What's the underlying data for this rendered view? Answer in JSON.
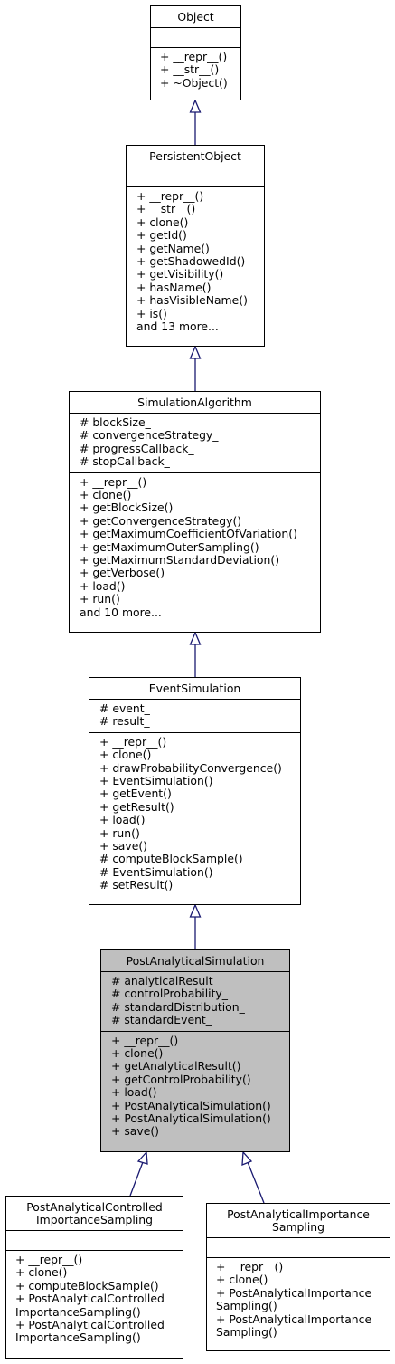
{
  "classes": {
    "object": {
      "name": "Object",
      "attributes": [],
      "methods": [
        "+ __repr__()",
        "+ __str__()",
        "+ ~Object()"
      ]
    },
    "persistent_object": {
      "name": "PersistentObject",
      "attributes": [],
      "methods": [
        "+ __repr__()",
        "+ __str__()",
        "+ clone()",
        "+ getId()",
        "+ getName()",
        "+ getShadowedId()",
        "+ getVisibility()",
        "+ hasName()",
        "+ hasVisibleName()",
        "+ is()",
        "and 13 more..."
      ]
    },
    "simulation_algorithm": {
      "name": "SimulationAlgorithm",
      "attributes": [
        "# blockSize_",
        "# convergenceStrategy_",
        "# progressCallback_",
        "# stopCallback_"
      ],
      "methods": [
        "+ __repr__()",
        "+ clone()",
        "+ getBlockSize()",
        "+ getConvergenceStrategy()",
        "+ getMaximumCoefficientOfVariation()",
        "+ getMaximumOuterSampling()",
        "+ getMaximumStandardDeviation()",
        "+ getVerbose()",
        "+ load()",
        "+ run()",
        "and 10 more..."
      ]
    },
    "event_simulation": {
      "name": "EventSimulation",
      "attributes": [
        "# event_",
        "# result_"
      ],
      "methods": [
        "+ __repr__()",
        "+ clone()",
        "+ drawProbabilityConvergence()",
        "+ EventSimulation()",
        "+ getEvent()",
        "+ getResult()",
        "+ load()",
        "+ run()",
        "+ save()",
        "# computeBlockSample()",
        "# EventSimulation()",
        "# setResult()"
      ]
    },
    "post_analytical_simulation": {
      "name": "PostAnalyticalSimulation",
      "attributes": [
        "# analyticalResult_",
        "# controlProbability_",
        "# standardDistribution_",
        "# standardEvent_"
      ],
      "methods": [
        "+ __repr__()",
        "+ clone()",
        "+ getAnalyticalResult()",
        "+ getControlProbability()",
        "+ load()",
        "+ PostAnalyticalSimulation()",
        "+ PostAnalyticalSimulation()",
        "+ save()"
      ]
    },
    "post_analytical_controlled_importance_sampling": {
      "name_lines": [
        "PostAnalyticalControlled",
        "ImportanceSampling"
      ],
      "attributes": [],
      "methods": [
        "+ __repr__()",
        "+ clone()",
        "+ computeBlockSample()",
        "+ PostAnalyticalControlled",
        "ImportanceSampling()",
        "+ PostAnalyticalControlled",
        "ImportanceSampling()"
      ]
    },
    "post_analytical_importance_sampling": {
      "name_lines": [
        "PostAnalyticalImportance",
        "Sampling"
      ],
      "attributes": [],
      "methods": [
        "+ __repr__()",
        "+ clone()",
        "+ PostAnalyticalImportance",
        "Sampling()",
        "+ PostAnalyticalImportance",
        "Sampling()"
      ]
    }
  },
  "colors": {
    "highlight_fill": "#bfbfbf",
    "edge": "#191970",
    "border": "#000000"
  }
}
